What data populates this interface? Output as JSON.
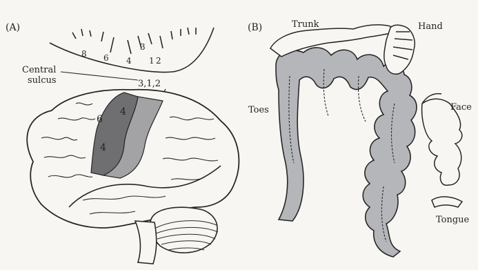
{
  "panels": {
    "a": {
      "label": "(A)",
      "section_numbers": [
        "8",
        "6",
        "4",
        "3",
        "1",
        "2"
      ],
      "central_sulcus_label": [
        "Central",
        "sulcus"
      ],
      "areas_bracket_label": "3,1,2",
      "brain_area_labels": [
        "6",
        "4",
        "4"
      ],
      "colors": {
        "area4": "#6f6f72",
        "area312": "#a3a3a6",
        "outline": "#262626",
        "fill": "#f7f6f2"
      }
    },
    "b": {
      "label": "(B)",
      "body_labels": {
        "trunk": "Trunk",
        "hand": "Hand",
        "toes": "Toes",
        "face": "Face",
        "tongue": "Tongue"
      },
      "colors": {
        "cortex": "#b5b6ba",
        "outline": "#262626"
      }
    }
  }
}
